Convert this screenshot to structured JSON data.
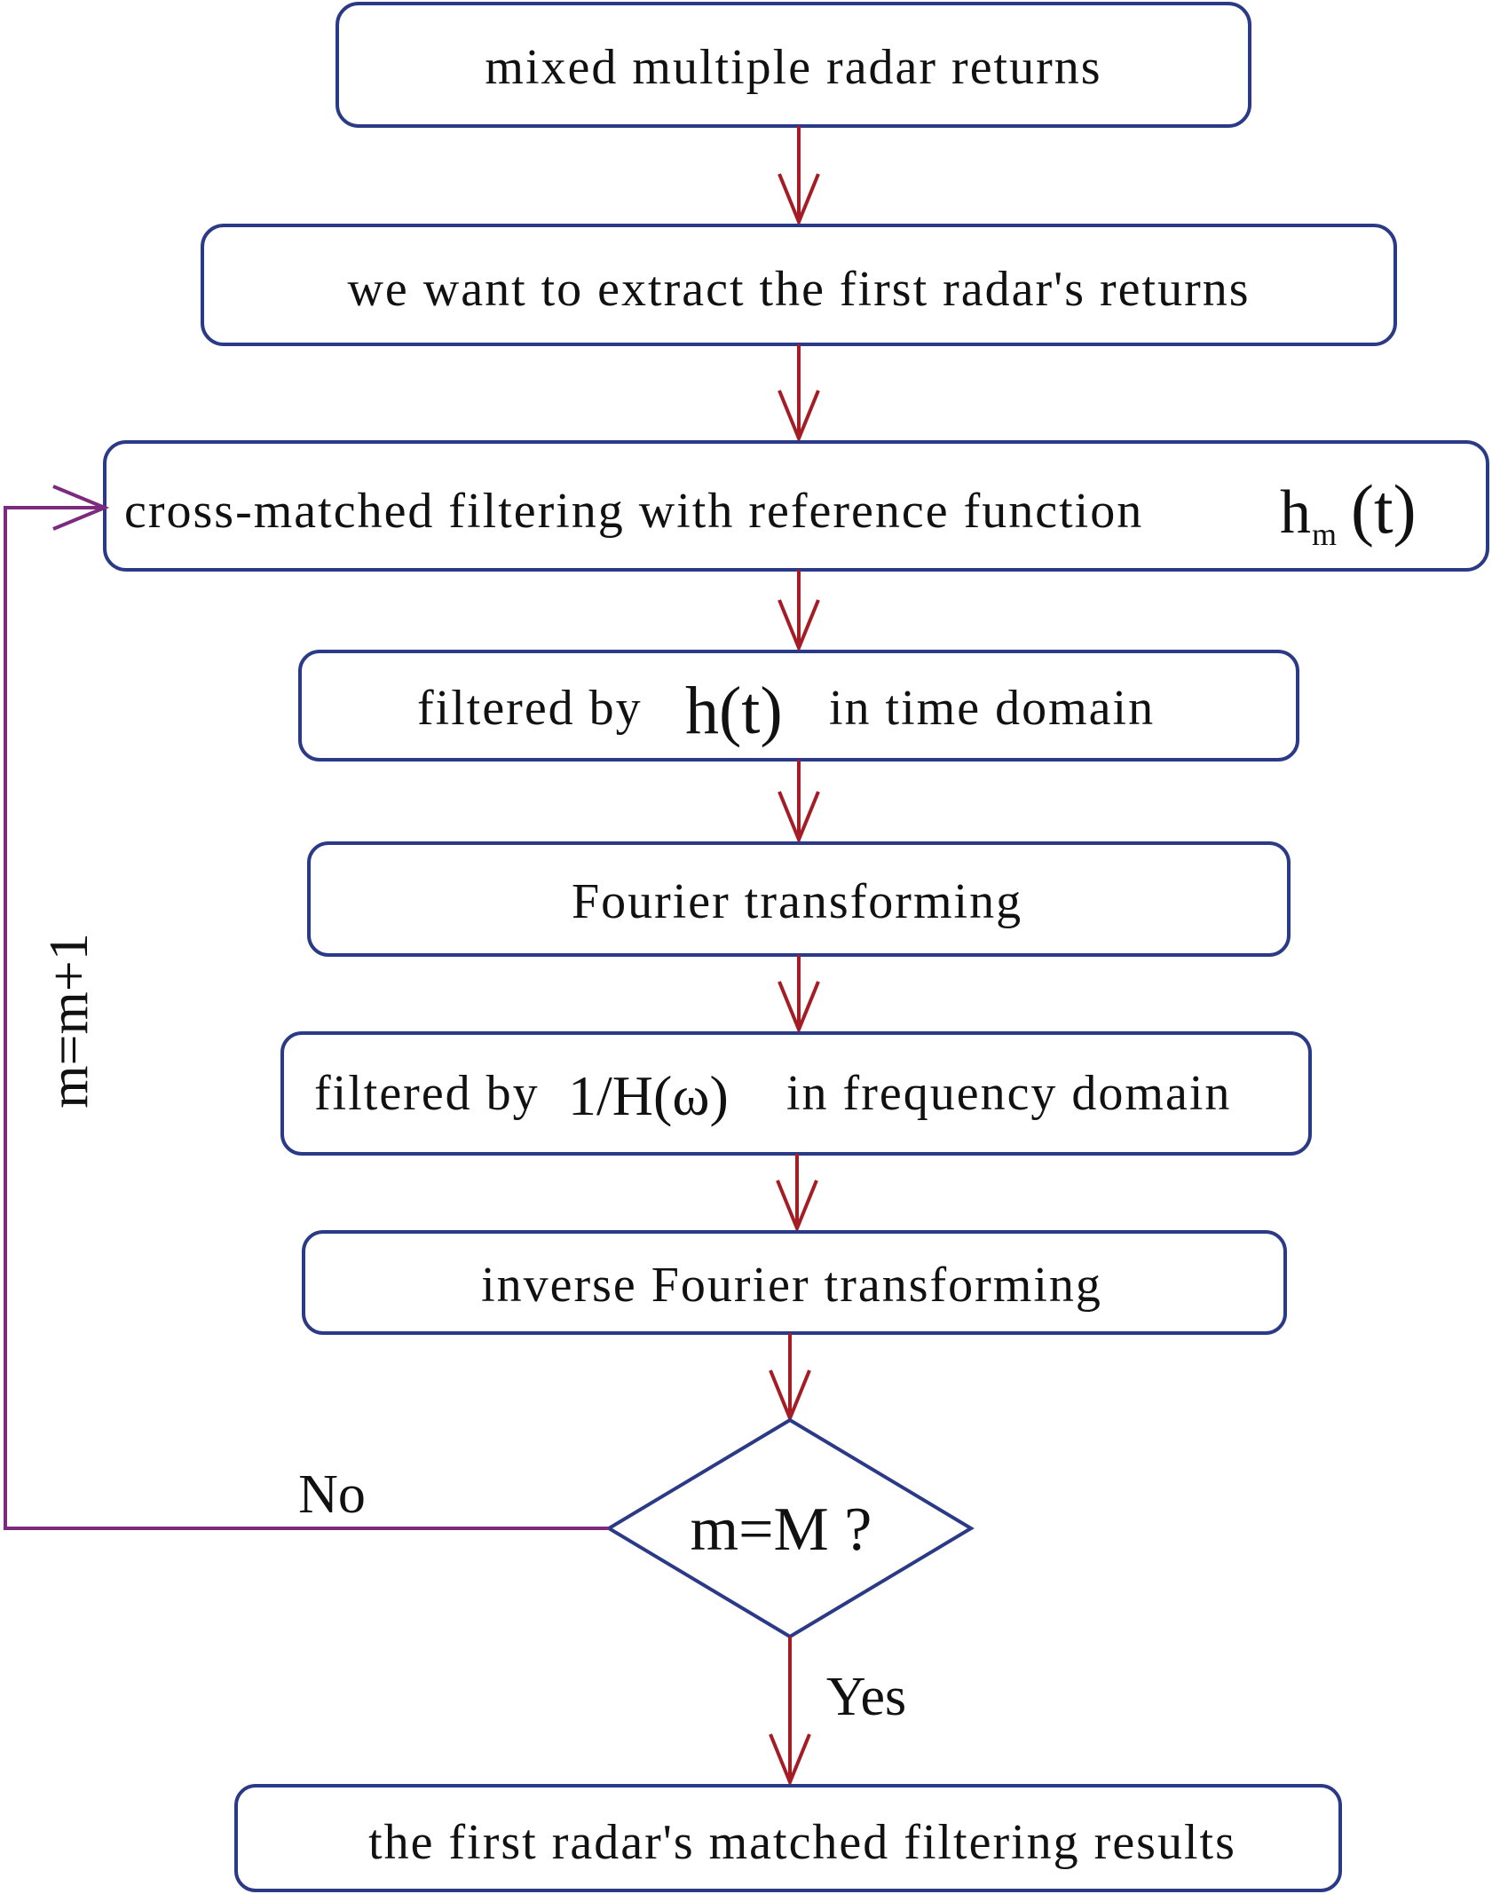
{
  "colors": {
    "box_stroke": "#2b3a86",
    "flow_arrow": "#a51c24",
    "loop_arrow": "#7c2a7e",
    "text": "#111111"
  },
  "steps": [
    {
      "id": "mixed",
      "text": "mixed multiple radar returns"
    },
    {
      "id": "extract",
      "text": "we want to extract the first radar's returns"
    },
    {
      "id": "cross",
      "text": "cross-matched filtering with reference function",
      "math_base": "h",
      "math_sub": "m",
      "math_arg": "(t)"
    },
    {
      "id": "time",
      "text_before": "filtered by",
      "math": "h(t)",
      "text_after": "in time domain"
    },
    {
      "id": "fourier",
      "text": "Fourier transforming"
    },
    {
      "id": "freq",
      "text_before": "filtered by",
      "math": "1/H(ω)",
      "text_after": "in frequency domain"
    },
    {
      "id": "inverse",
      "text": "inverse Fourier transforming"
    }
  ],
  "decision": {
    "text": "m=M ?",
    "no_label": "No",
    "yes_label": "Yes"
  },
  "loop_label": "m=m+1",
  "result": {
    "text": "the first radar's matched filtering results"
  }
}
